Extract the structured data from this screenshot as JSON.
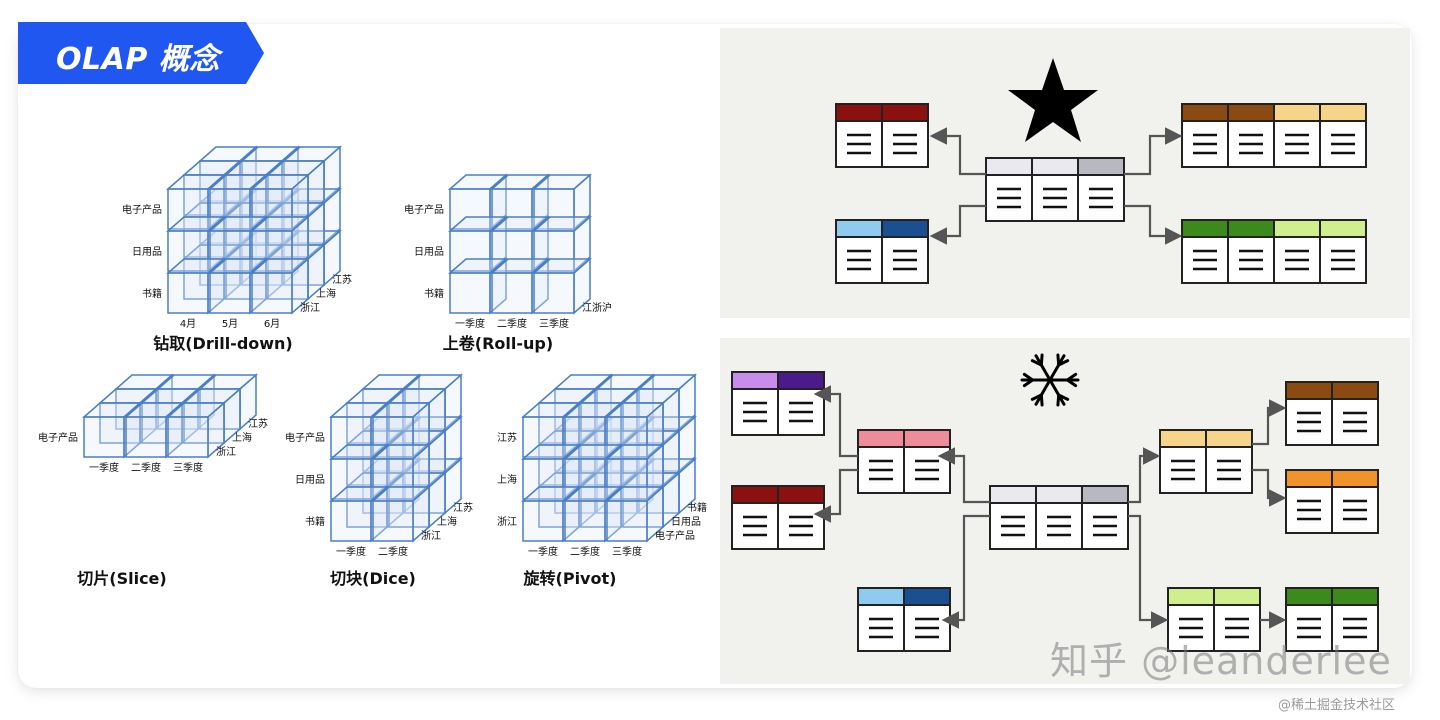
{
  "header": {
    "title": "OLAP 概念",
    "color": "#1f57f0"
  },
  "cubes": [
    {
      "caption": "钻取(Drill-down)",
      "y_labels": [
        "电子产品",
        "日用品",
        "书籍"
      ],
      "x_labels": [
        "4月",
        "5月",
        "6月"
      ],
      "z_labels": [
        "江苏",
        "上海",
        "浙江"
      ]
    },
    {
      "caption": "上卷(Roll-up)",
      "y_labels": [
        "电子产品",
        "日用品",
        "书籍"
      ],
      "x_labels": [
        "一季度",
        "二季度",
        "三季度"
      ],
      "z_labels": [
        "江浙沪"
      ]
    },
    {
      "caption": "切片(Slice)",
      "y_labels": [
        "电子产品"
      ],
      "x_labels": [
        "一季度",
        "二季度",
        "三季度"
      ],
      "z_labels": [
        "江苏",
        "上海",
        "浙江"
      ]
    },
    {
      "caption": "切块(Dice)",
      "y_labels": [
        "电子产品",
        "日用品",
        "书籍"
      ],
      "x_labels": [
        "一季度",
        "二季度"
      ],
      "z_labels": [
        "江苏",
        "上海",
        "浙江"
      ]
    },
    {
      "caption": "旋转(Pivot)",
      "y_labels": [
        "江苏",
        "上海",
        "浙江"
      ],
      "x_labels": [
        "一季度",
        "二季度",
        "三季度"
      ],
      "z_labels": [
        "书籍",
        "日用品",
        "电子产品"
      ]
    }
  ],
  "schemas": {
    "star": {
      "icon": "star-icon"
    },
    "snowflake": {
      "icon": "snowflake-icon"
    }
  },
  "colors": {
    "dark_red": "#8b1010",
    "light_blue": "#8fcbee",
    "navy": "#1c4f8f",
    "brown": "#8a4a12",
    "tan": "#f6d48a",
    "green": "#3d8a1c",
    "lime": "#cfee8e",
    "violet": "#c98bec",
    "purple": "#4d1a8c",
    "pink": "#ef8c9a",
    "orange": "#f0932a",
    "fact_light": "#e9e9ef",
    "fact_gray": "#b8b8c0"
  },
  "watermark": "知乎 @leanderlee",
  "credit": "@稀土掘金技术社区"
}
